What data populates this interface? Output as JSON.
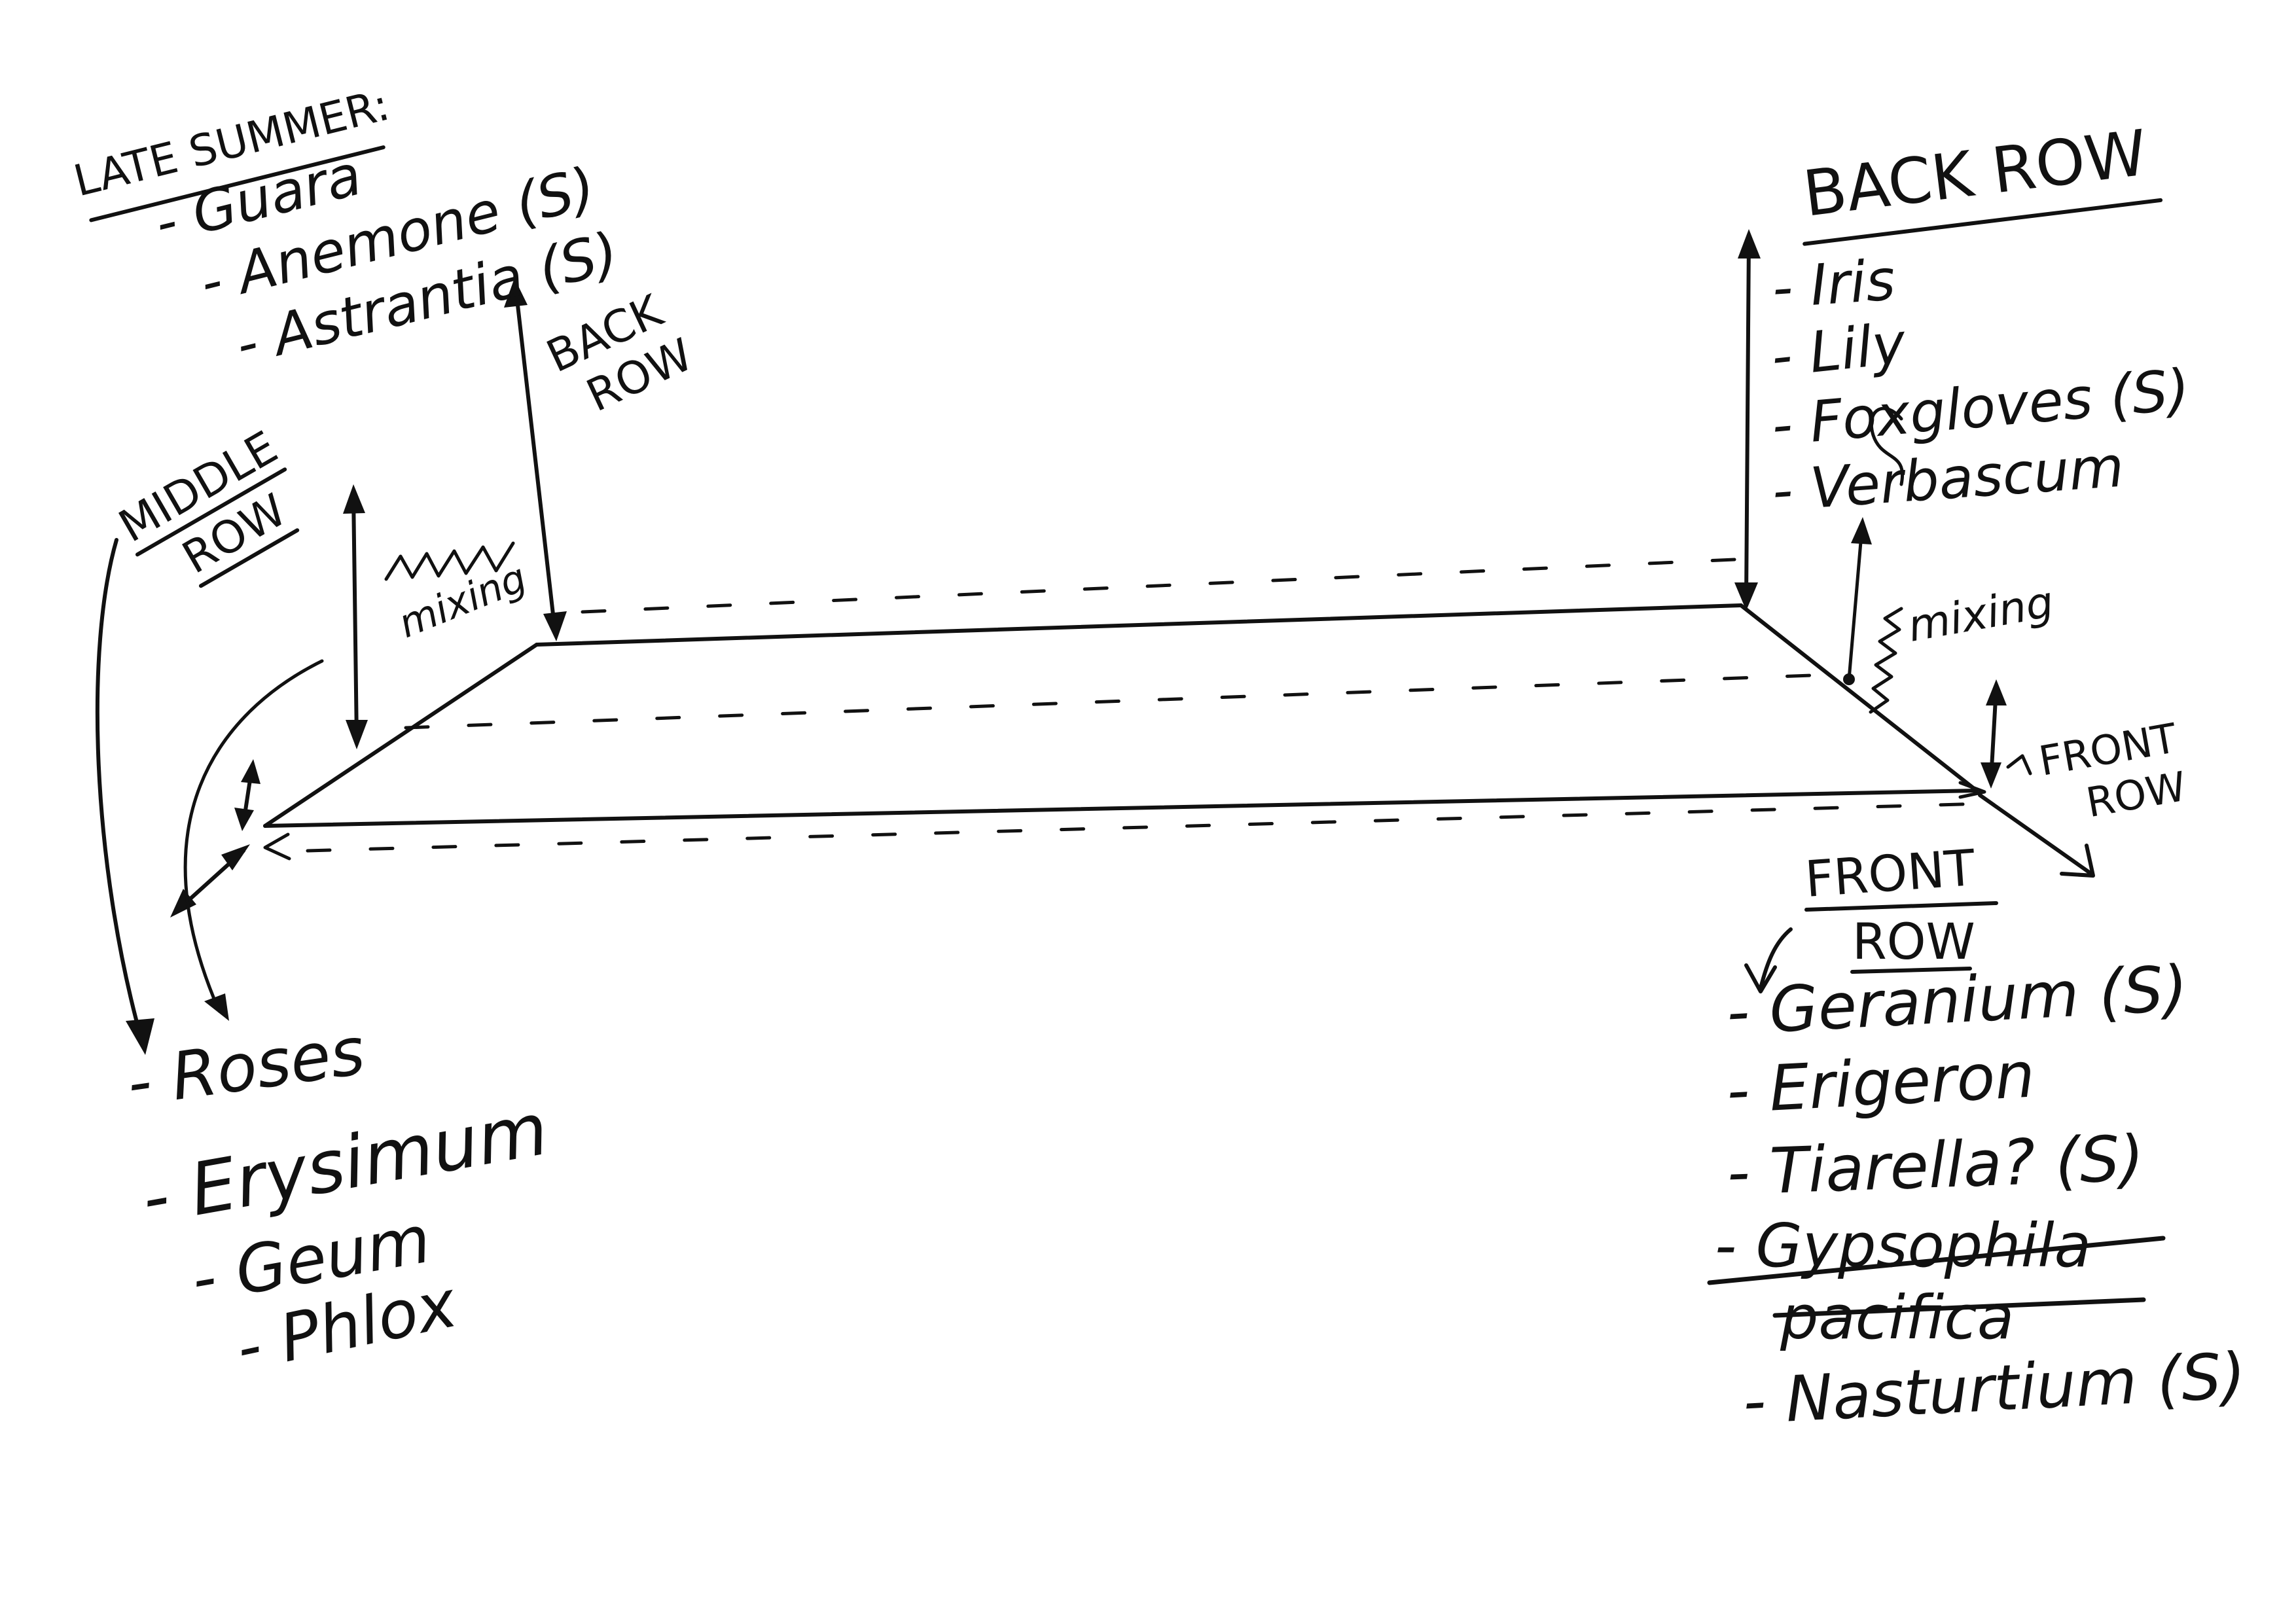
{
  "late_summer": {
    "heading": "LATE SUMMER:",
    "items": [
      "- Guara",
      "- Anemone (S)",
      "- Astrantia (S)"
    ]
  },
  "left": {
    "back_row_line1": "BACK",
    "back_row_line2": "ROW",
    "middle_row_line1": "MIDDLE",
    "middle_row_line2": "ROW",
    "mixing": "mixing",
    "items": [
      "- Roses",
      "- Erysimum",
      "- Geum",
      "- Phlox"
    ]
  },
  "right": {
    "back_row_heading": "BACK ROW",
    "back_row_items": [
      "- Iris",
      "- Lily",
      "- Foxgloves (S)",
      "- Verbascum"
    ],
    "mixing": "mixing",
    "front_row_line1": "FRONT",
    "front_row_line2": "ROW",
    "front_row_heading_line1": "FRONT",
    "front_row_heading_line2": "ROW",
    "front_row_items": [
      "- Geranium (S)",
      "- Erigeron",
      "- Tiarella? (S)"
    ],
    "struck_line1": "- Gypsophila",
    "struck_line2": "pacifica",
    "last_item": "- Nasturtium (S)"
  }
}
